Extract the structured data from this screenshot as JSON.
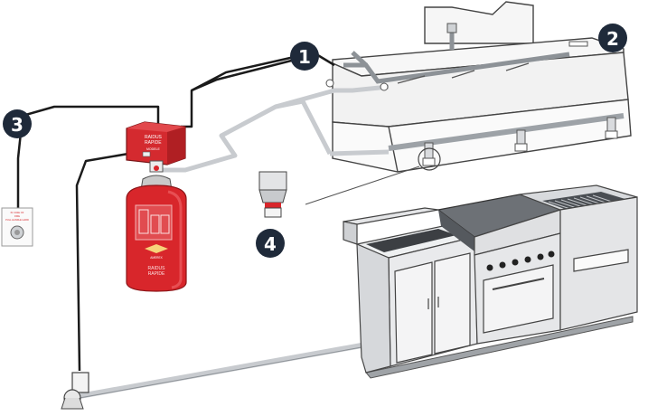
{
  "callouts": [
    {
      "number": "1",
      "target": "detection line"
    },
    {
      "number": "2",
      "target": "kitchen hood"
    },
    {
      "number": "3",
      "target": "manual pull station"
    },
    {
      "number": "4",
      "target": "discharge nozzle"
    }
  ],
  "control_box": {
    "brand_line1": "RAIDUS",
    "brand_line2": "RAPIDE",
    "model": "MODELE"
  },
  "cylinder": {
    "brand_line1": "RAIDUS",
    "brand_line2": "RAPIDE",
    "sub_brand": "AMEREX"
  },
  "pull_station": {
    "line1": "IN CASE OF",
    "line2": "FIRE",
    "line3": "PULL HANDLE HARD"
  },
  "colors": {
    "cylinder_red": "#d8262b",
    "box_red": "#d42a2f",
    "callout_navy": "#1f2a3a",
    "pipe_gray": "#b9bcc0",
    "appliance_gray": "#e8e9eb",
    "hood_gray": "#f4f4f4"
  }
}
